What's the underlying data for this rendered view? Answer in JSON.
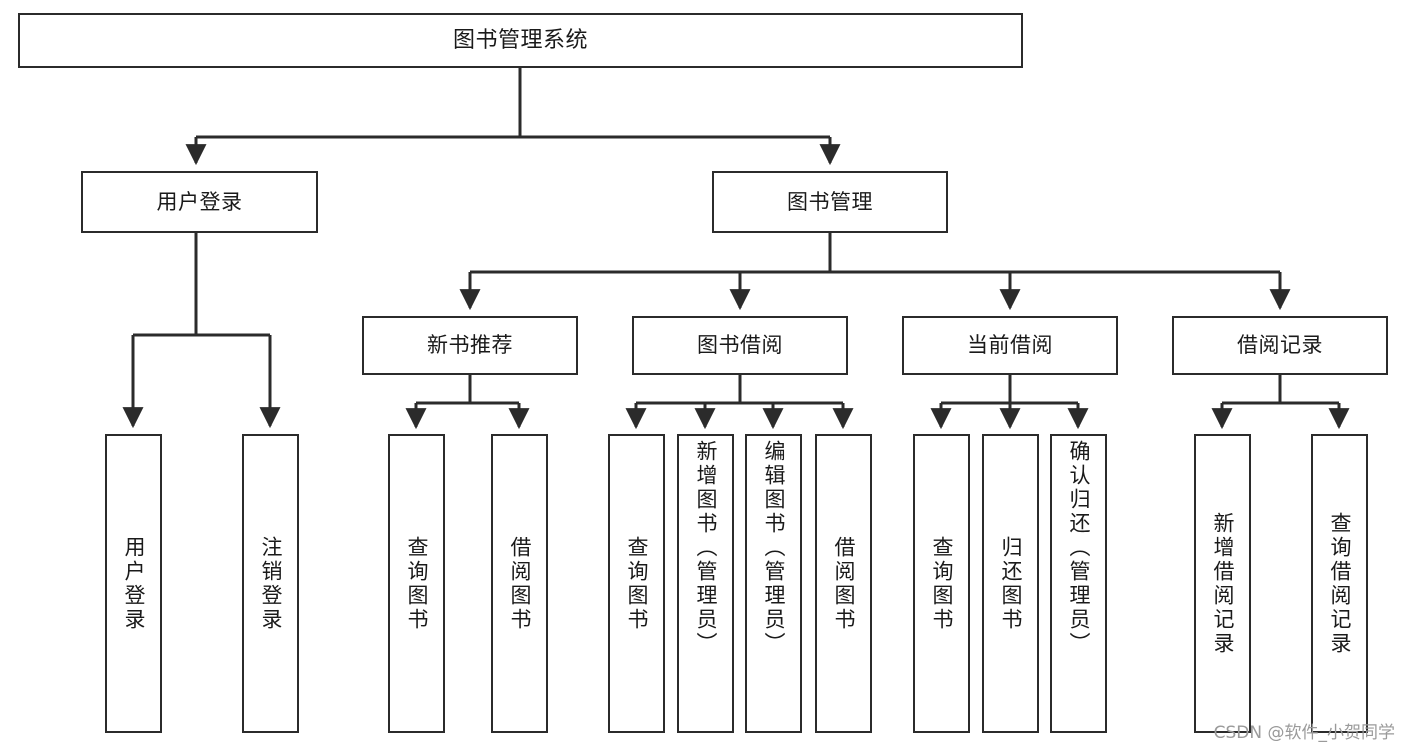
{
  "diagram": {
    "type": "tree-hierarchy",
    "title": "图书管理系统",
    "orientation": "top-down",
    "colors": {
      "box_border": "#2b2b2b",
      "box_fill": "#ffffff",
      "edge": "#2b2b2b",
      "text": "#1a1a1a",
      "watermark": "#9a9a9a",
      "background": "#ffffff"
    },
    "nodes": {
      "root": {
        "label": "图书管理系统"
      },
      "level2": [
        {
          "id": "user-login",
          "label": "用户登录"
        },
        {
          "id": "book-manage",
          "label": "图书管理"
        }
      ],
      "level3": [
        {
          "id": "new-book-recommend",
          "label": "新书推荐"
        },
        {
          "id": "book-borrow",
          "label": "图书借阅"
        },
        {
          "id": "current-borrow",
          "label": "当前借阅"
        },
        {
          "id": "borrow-record",
          "label": "借阅记录"
        }
      ],
      "leaves": {
        "user-login": [
          {
            "id": "leaf-user-login",
            "label": "用户登录",
            "align": "center"
          },
          {
            "id": "leaf-logout-login",
            "label": "注销登录",
            "align": "center"
          }
        ],
        "new-book-recommend": [
          {
            "id": "leaf-query-book-1",
            "label": "查询图书",
            "align": "center"
          },
          {
            "id": "leaf-borrow-book-1",
            "label": "借阅图书",
            "align": "center"
          }
        ],
        "book-borrow": [
          {
            "id": "leaf-query-book-2",
            "label": "查询图书",
            "align": "center"
          },
          {
            "id": "leaf-add-book",
            "label": "新增图书（管理员）",
            "align": "top"
          },
          {
            "id": "leaf-edit-book",
            "label": "编辑图书（管理员）",
            "align": "top"
          },
          {
            "id": "leaf-borrow-book-2",
            "label": "借阅图书",
            "align": "center"
          }
        ],
        "current-borrow": [
          {
            "id": "leaf-query-book-3",
            "label": "查询图书",
            "align": "center"
          },
          {
            "id": "leaf-return-book",
            "label": "归还图书",
            "align": "center"
          },
          {
            "id": "leaf-confirm-return",
            "label": "确认归还（管理员）",
            "align": "top"
          }
        ],
        "borrow-record": [
          {
            "id": "leaf-add-record",
            "label": "新增借阅记录",
            "align": "center"
          },
          {
            "id": "leaf-query-record",
            "label": "查询借阅记录",
            "align": "center"
          }
        ]
      }
    },
    "watermark": "CSDN @软件_小贺同学"
  }
}
